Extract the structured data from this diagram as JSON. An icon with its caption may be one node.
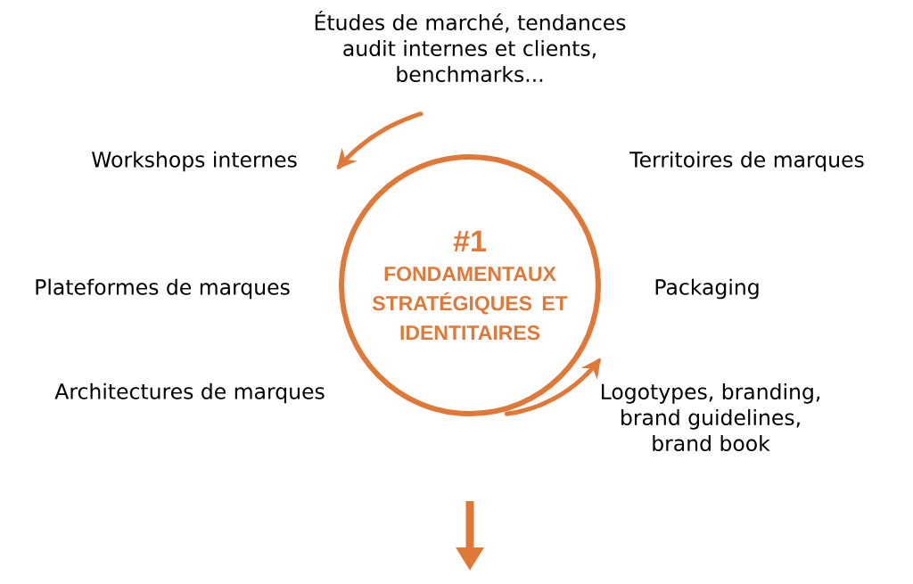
{
  "diagram": {
    "nodes": [
      {
        "text": [
          "#1",
          "FONDAMENTAUX STRATÉGIQUES ET IDENTITAIRES"
        ]
      }
    ],
    "labels": [
      "Études de marché, tendances audit internes et clients, benchmarks...",
      "Workshops internes",
      "Territoires de marques",
      "Plateformes de marques",
      "Packaging",
      "Architectures de marques",
      "Logotypes, branding, brand guidelines, brand book"
    ]
  }
}
